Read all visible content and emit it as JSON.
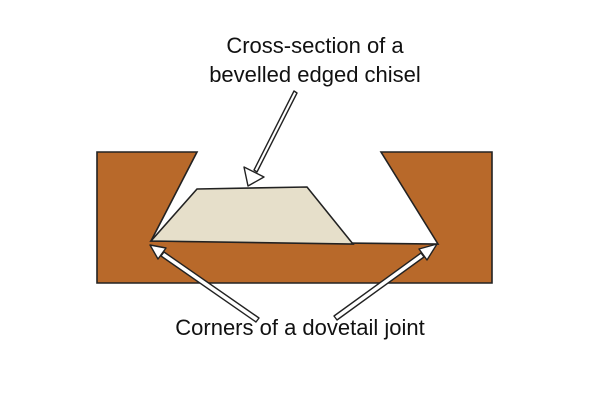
{
  "labels": {
    "chisel_line1": "Cross-section of a",
    "chisel_line2": "bevelled edged chisel",
    "corners": "Corners of a dovetail joint"
  },
  "colors": {
    "wood": "#b8692a",
    "chisel": "#e6dfca",
    "outline": "#222222",
    "arrow_fill": "#ffffff"
  }
}
